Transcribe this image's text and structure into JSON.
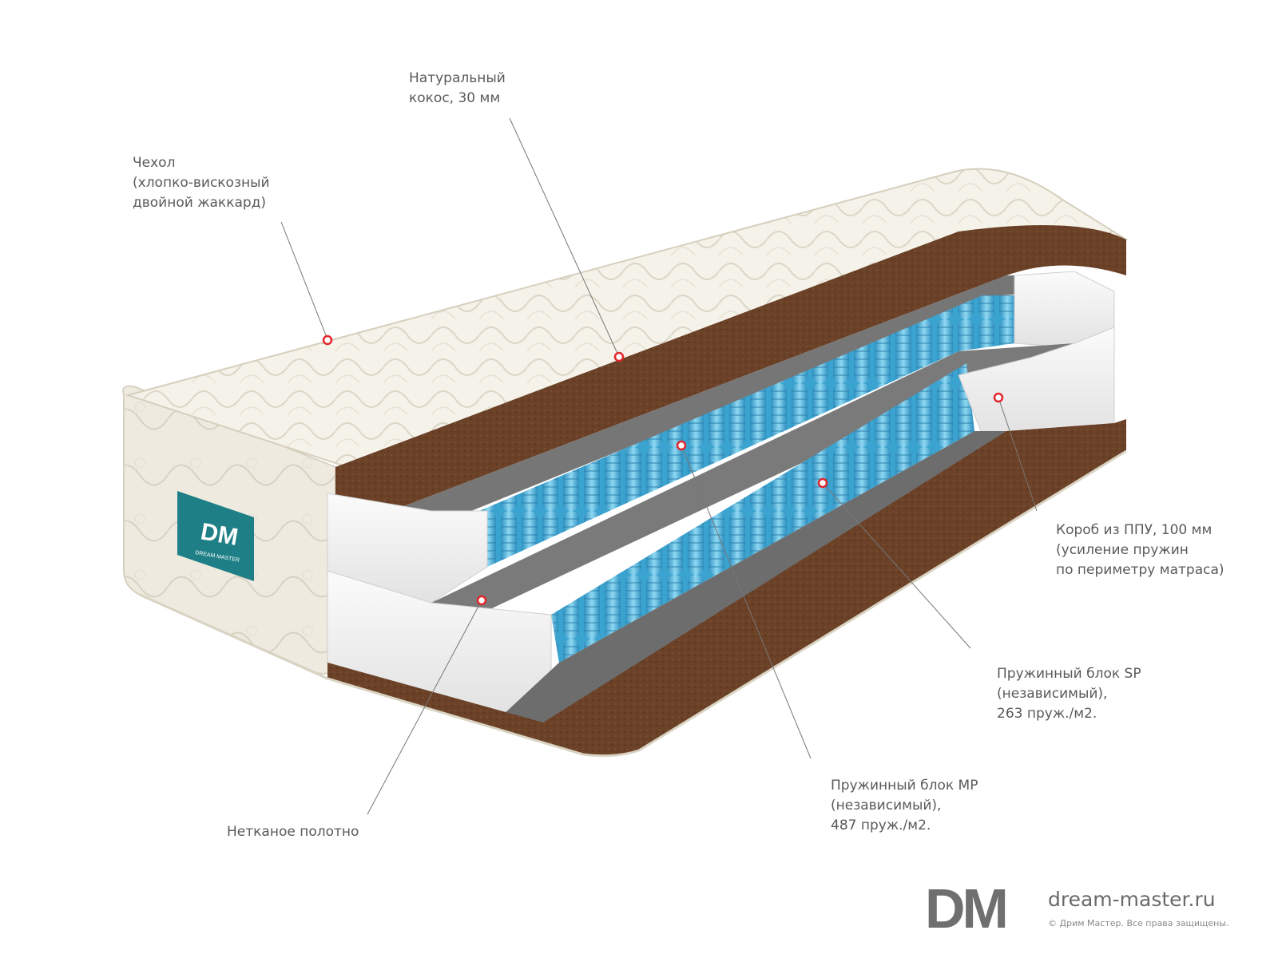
{
  "callouts": [
    {
      "id": "cover",
      "lines": [
        "Чехол",
        "(хлопко-вискозный",
        "двойной жаккард)"
      ]
    },
    {
      "id": "coconut",
      "lines": [
        "Натуральный",
        "кокос, 30 мм"
      ]
    },
    {
      "id": "foam-box",
      "lines": [
        "Короб из ППУ, 100 мм",
        "(усиление пружин",
        "по периметру матраса)"
      ]
    },
    {
      "id": "spring-sp",
      "lines": [
        "Пружинный блок SP",
        "(независимый),",
        "263 пруж./м2."
      ]
    },
    {
      "id": "spring-mp",
      "lines": [
        "Пружинный блок МР",
        "(независимый),",
        "487 пруж./м2."
      ]
    },
    {
      "id": "nonwoven",
      "lines": [
        "Нетканое полотно"
      ]
    }
  ],
  "tag_logo_text": "DM",
  "tag_logo_sub": "DREAM MASTER",
  "footer": {
    "logo": "DM",
    "site": "dream-master.ru",
    "copyright": "© Дрим Мастер. Все права защищены."
  },
  "colors": {
    "coconut": "#6b4127",
    "cover": "#f4f1e8",
    "spring": "#4fb4d8",
    "foam": "#f2f2f2",
    "felt": "#6d6d6d",
    "tag": "#1e7f86",
    "marker": "#e1262c"
  }
}
